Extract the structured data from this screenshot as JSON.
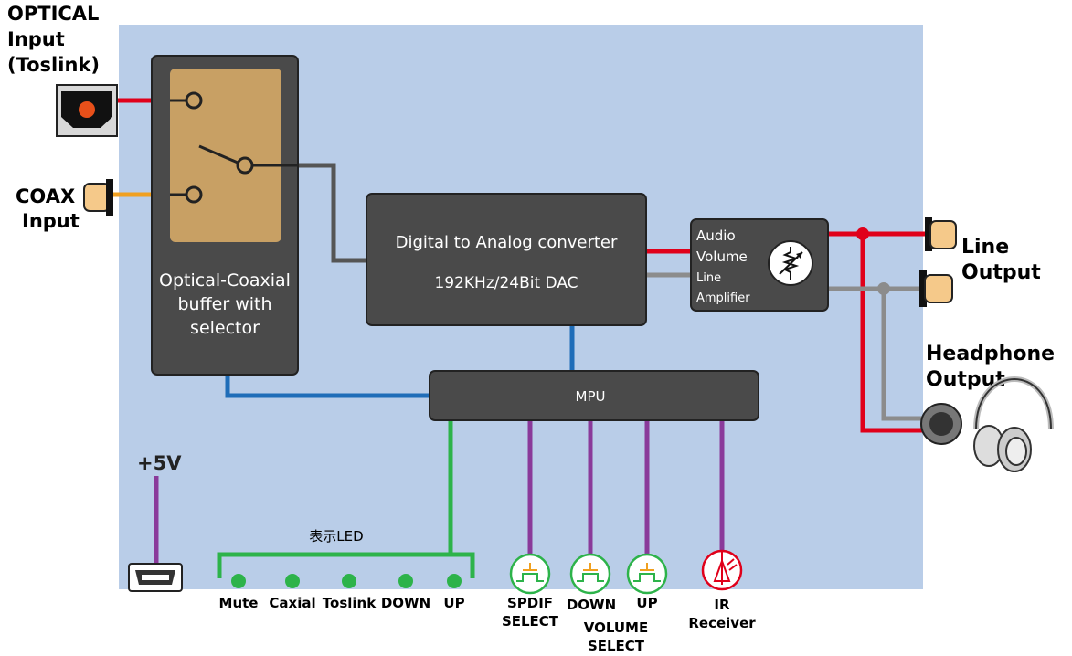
{
  "inputs": {
    "optical": [
      "OPTICAL",
      "Input",
      "(Toslink)"
    ],
    "coax": [
      "COAX",
      "Input"
    ]
  },
  "blocks": {
    "selector": [
      "Optical-Coaxial",
      "buffer with",
      "selector"
    ],
    "dac_title": "Digital to Analog converter",
    "dac_spec": "192KHz/24Bit DAC",
    "amp": [
      "Audio",
      "Volume",
      "Line",
      "Amplifier"
    ],
    "mpu": "MPU"
  },
  "outputs": {
    "line": [
      "Line",
      "Output"
    ],
    "headphone": [
      "Headphone",
      "Output"
    ]
  },
  "power": {
    "label": "+5V"
  },
  "leds": {
    "group_label": "表示LED",
    "items": [
      "Mute",
      "Caxial",
      "Toslink",
      "DOWN",
      "UP"
    ]
  },
  "buttons": {
    "spdif": [
      "SPDIF",
      "SELECT"
    ],
    "down": "DOWN",
    "up": "UP",
    "volume": [
      "VOLUME",
      "SELECT"
    ]
  },
  "ir": [
    "IR",
    "Receiver"
  ],
  "colors": {
    "board": "#b9cde8",
    "block": "#4a4a4a",
    "selector_fill": "#c8a064",
    "red_wire": "#e0001a",
    "gray_wire": "#8c8c8c",
    "blue_wire": "#1f6db8",
    "green_wire": "#2db34a",
    "purple_wire": "#8a3a9a",
    "orange_wire": "#f0a020",
    "led": "#2db34a",
    "ir_red": "#e0001a",
    "jack": "#f5c98a"
  },
  "icons": [
    "optical-jack-icon",
    "coax-jack-icon",
    "potentiometer-icon",
    "headphones-icon",
    "usb-mini-icon",
    "push-button-icon",
    "ir-receiver-icon"
  ]
}
